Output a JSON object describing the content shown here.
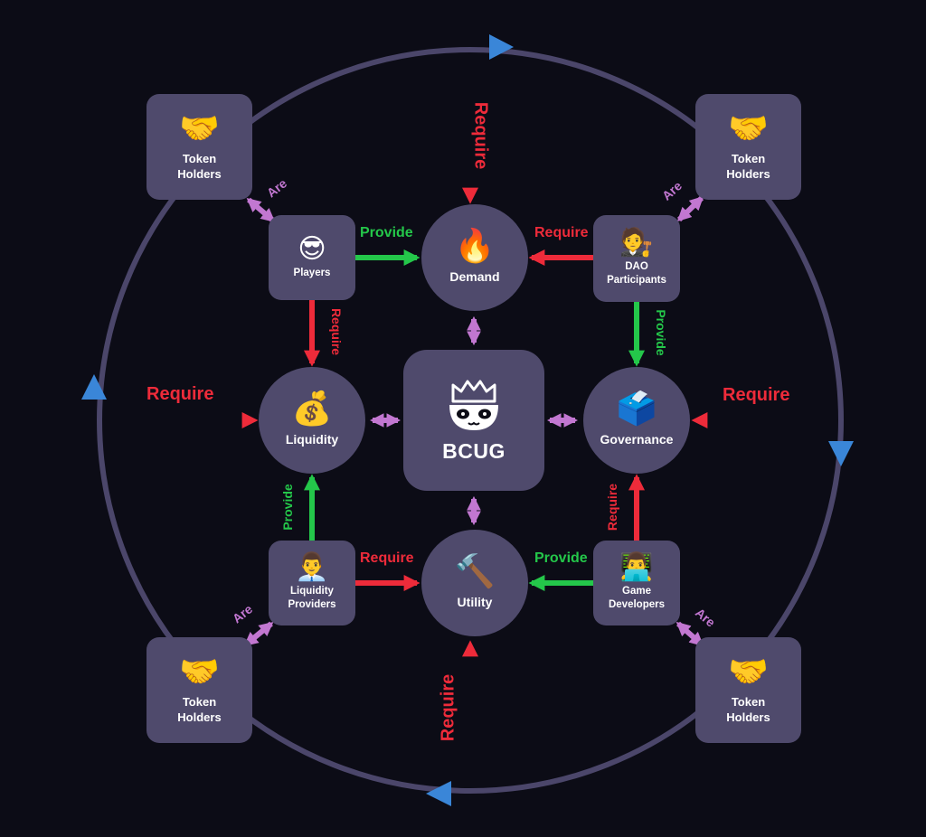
{
  "colors": {
    "background": "#0c0c16",
    "node": "#4f4a6c",
    "require": "#ee2b3a",
    "provide": "#24c74a",
    "are": "#c277d1",
    "cycle": "#3a86d8"
  },
  "center": {
    "label": "BCUG",
    "icon": "crown-mascot-icon"
  },
  "hubs": {
    "demand": {
      "label": "Demand",
      "icon": "🔥"
    },
    "liquidity": {
      "label": "Liquidity",
      "icon": "💰"
    },
    "governance": {
      "label": "Governance",
      "icon": "🗳️"
    },
    "utility": {
      "label": "Utility",
      "icon": "🔨"
    }
  },
  "roles": {
    "players": {
      "label": "Players",
      "icon": "😎"
    },
    "dao": {
      "label": "DAO Participants",
      "icon": "🧑‍⚖️"
    },
    "lp": {
      "label": "Liquidity Providers",
      "icon": "👨‍💼"
    },
    "devs": {
      "label": "Game Developers",
      "icon": "👨‍💻"
    }
  },
  "holders": {
    "label": "Token Holders",
    "icon": "🤝"
  },
  "edges": {
    "require": "Require",
    "provide": "Provide",
    "are": "Are"
  }
}
